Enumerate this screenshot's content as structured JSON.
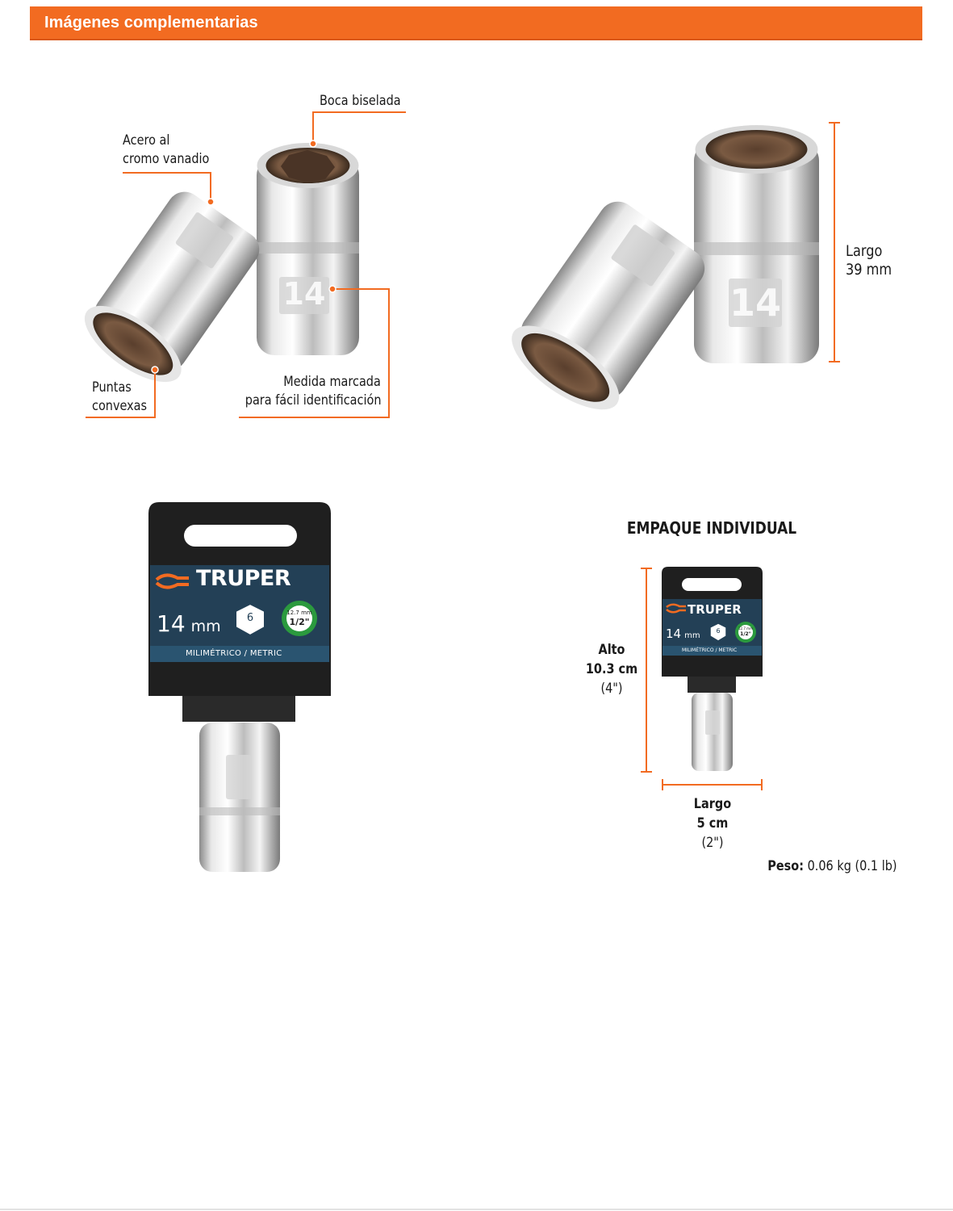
{
  "header": {
    "title": "Imágenes complementarias"
  },
  "colors": {
    "accent": "#f26b21",
    "package_dark": "#1f1f1f",
    "package_blue": "#234056",
    "package_green": "#2b9a3e"
  },
  "features": {
    "boca": "Boca biselada",
    "acero_1": "Acero al",
    "acero_2": "cromo vanadio",
    "puntas_1": "Puntas",
    "puntas_2": "convexas",
    "medida_1": "Medida marcada",
    "medida_2": "para fácil identificación",
    "socket_number": "14"
  },
  "dimensions": {
    "largo_label": "Largo",
    "largo_value": "39 mm"
  },
  "package": {
    "brand": "TRUPER",
    "size_number": "14",
    "size_unit": "mm",
    "points": "6",
    "drive_mm": "12.7 mm",
    "drive_in": "1/2\"",
    "system": "MILIMÉTRICO / METRIC"
  },
  "empaque": {
    "title": "EMPAQUE INDIVIDUAL",
    "alto_label": "Alto",
    "alto_cm": "10.3 cm",
    "alto_in": "(4\")",
    "largo_label": "Largo",
    "largo_cm": "5 cm",
    "largo_in": "(2\")",
    "peso_label": "Peso:",
    "peso_value": "0.06 kg (0.1 lb)"
  }
}
